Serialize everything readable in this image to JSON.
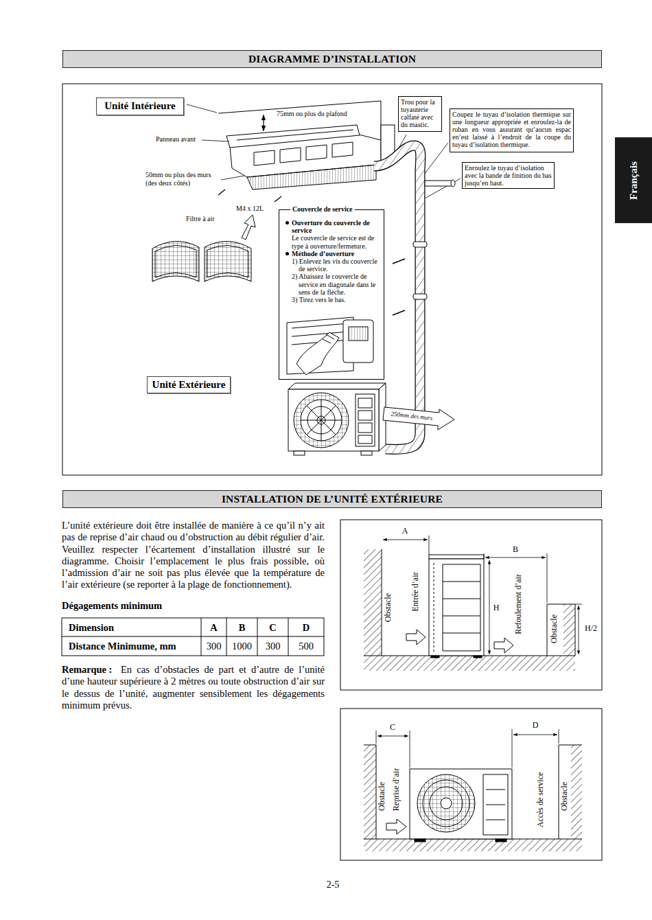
{
  "diagram": {
    "nodes": [
      {
        "text": [
          "DIAGRAMME D’INSTALLATION"
        ]
      },
      {
        "text": [
          "Unité Intérieure"
        ]
      },
      {
        "text": [
          "Trou pour la tuyauterie calfaté avec du mastic."
        ]
      },
      {
        "text": [
          "Coupez le tuyau d’isolation thermique sur une longueur appropriée et enroulez-la de ruban en vous assurant qu’aucun espac en’est laissé à l’endroit de la coupe du tuyau d’isolation thermique."
        ]
      },
      {
        "text": [
          "Français"
        ]
      },
      {
        "text": [
          "Enroulez le tuyau d’isolation avec la bande de finition du bas jusqu’en haut."
        ]
      },
      {
        "text": [
          "Couvercle de service",
          "Ouverture du couvercle de service",
          "Le couvercle de service est de type à ouverture/fermeture.",
          "Méthode d’ouverture",
          "1) Enlevez les vis du couvercle de service.",
          "2) Abaissez le couvercle de service en diagonale dans le sens de la flèche.",
          "3) Tirez vers le bas."
        ]
      },
      {
        "text": [
          "Unité Extérieure"
        ]
      },
      {
        "text": [
          "INSTALLATION DE L’UNITÉ EXTÉRIEURE"
        ]
      }
    ],
    "labels": [
      "75mm ou plus du plafond",
      "Panneau avant",
      "50mm ou plus des murs (des deux côtés)",
      "M4 x 12L",
      "Filtre à air",
      "250mm des murs",
      "L’unité extérieure doit être installée de manière à ce qu’il n’y ait pas de reprise d’air chaud ou d’obstruction au débit régulier d’air. Veuillez respecter l’écartement d’installation illustré sur le diagramme. Choisir l’emplacement le plus frais possible, où l’admission d’air ne soit pas plus élevée que la température de l’air extérieure (se reporter à la plage de fonctionnement).",
      "A",
      "B",
      "Obstacle",
      "Entrée d’air",
      "H",
      "Refoulement d’air",
      "Obstacle",
      "H/2",
      "Dégagements minimum",
      "Dimension",
      "A",
      "B",
      "C",
      "D",
      "Distance Minimume, mm",
      "300",
      "1000",
      "300",
      "500",
      "Remarque :",
      "En cas d’obstacles de part et d’autre de l’unité d’une hauteur supérieure à 2 mètres ou toute obstruction d’air sur le dessus de l’unité, augmenter sensiblement les dégagements minimum prévus.",
      "C",
      "D",
      "Obstacle",
      "Reprise d’air",
      "Accès de service",
      "Obstacle",
      "2-5"
    ]
  }
}
